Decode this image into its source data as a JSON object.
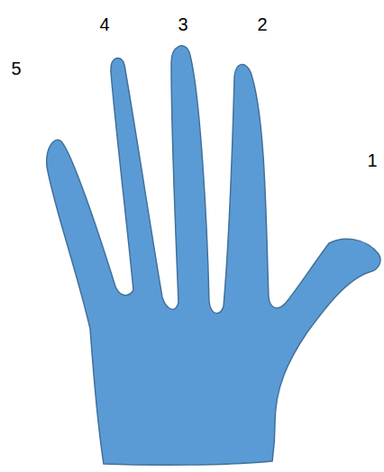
{
  "diagram": {
    "labels": [
      "4",
      "3",
      "2",
      "5",
      "1"
    ]
  }
}
